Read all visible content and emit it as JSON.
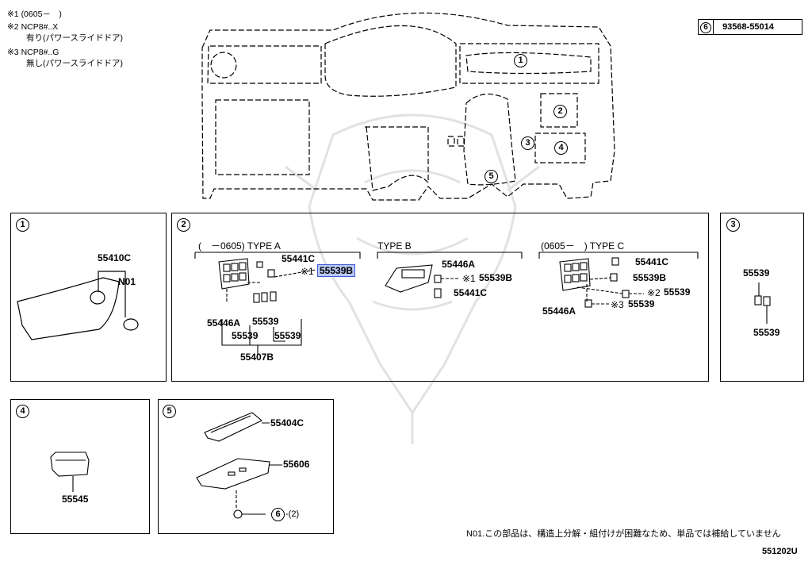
{
  "notes": {
    "n1_mark": "※1",
    "n1_text": "(0605－　)",
    "n2_mark": "※2",
    "n2_text": "NCP8#..X",
    "n2_sub": "有り(パワースライドドア)",
    "n3_mark": "※3",
    "n3_text": "NCP8#..G",
    "n3_sub": "無し(パワースライドドア)"
  },
  "ref_box": {
    "num": "6",
    "part": "93568-55014"
  },
  "overview_callouts": [
    "1",
    "2",
    "3",
    "4",
    "5"
  ],
  "panel1": {
    "num": "1",
    "labels": [
      "55410C",
      "N01"
    ]
  },
  "panel2": {
    "num": "2",
    "type_a": {
      "title": "(　－0605) TYPE A",
      "p1": "55441C",
      "p2_mark": "※1",
      "p2": "55539B",
      "p3": "55446A",
      "p4": "55539",
      "p5": "55539",
      "p6": "55539",
      "p7": "55407B"
    },
    "type_b": {
      "title": "TYPE B",
      "p1": "55446A",
      "p2_mark": "※1",
      "p2": "55539B",
      "p3": "55441C"
    },
    "type_c": {
      "title": "(0605－　) TYPE C",
      "p1": "55441C",
      "p2": "55539B",
      "p3_mark": "※2",
      "p3": "55539",
      "p4": "55446A",
      "p5_mark": "※3",
      "p5": "55539"
    }
  },
  "panel3": {
    "num": "3",
    "labels": [
      "55539",
      "55539"
    ]
  },
  "panel4": {
    "num": "4",
    "labels": [
      "55545"
    ]
  },
  "panel5": {
    "num": "5",
    "labels": [
      "55404C",
      "55606"
    ],
    "bolt_ref": "6",
    "bolt_qty": "-(2)"
  },
  "footer": {
    "note": "N01.この部品は、構造上分解・組付けが困難なため、単品では補給していません",
    "code": "551202U"
  }
}
